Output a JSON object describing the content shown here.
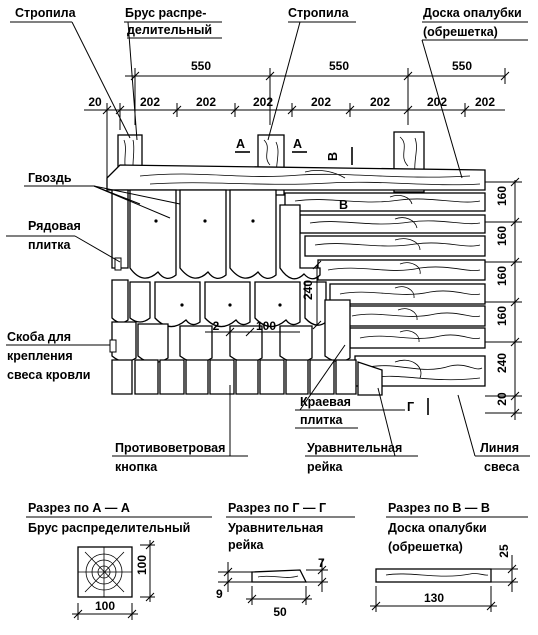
{
  "labels": {
    "rafter_left": "Стропила",
    "beam_line1": "Брус распре-",
    "beam_line2": "делительный",
    "rafter_right": "Стропила",
    "board_line1": "Доска опалубки",
    "board_line2": "(обрешетка)",
    "nail": "Гвоздь",
    "row_tile_line1": "Рядовая",
    "row_tile_line2": "плитка",
    "bracket_line1": "Скоба для",
    "bracket_line2": "крепления",
    "bracket_line3": "свеса кровли",
    "edge_tile_line1": "Краевая",
    "edge_tile_line2": "плитка",
    "windproof_line1": "Противоветровая",
    "windproof_line2": "кнопка",
    "leveling_line1": "Уравнительная",
    "leveling_line2": "рейка",
    "eave_line1": "Линия",
    "eave_line2": "свеса"
  },
  "markers": {
    "a": "A",
    "b": "В",
    "g": "Г"
  },
  "dimensions": {
    "top_spacing": [
      "550",
      "550",
      "550"
    ],
    "first_gap": "20",
    "batten_spacing": [
      "202",
      "202",
      "202",
      "202",
      "202",
      "202",
      "202"
    ],
    "right_side": [
      "160",
      "160",
      "160",
      "160",
      "240",
      "20"
    ],
    "overlap_240": "240",
    "tile_gap": "2",
    "tile_width": "100"
  },
  "sections": {
    "aa": {
      "title": "Разрез по А — А",
      "name": "Брус распределительный",
      "height": "100",
      "width": "100"
    },
    "gg": {
      "title": "Разрез по Г — Г",
      "name_line1": "Уравнительная",
      "name_line2": "рейка",
      "left": "9",
      "right": "7",
      "width": "50"
    },
    "vv": {
      "title": "Разрез по В — В",
      "name_line1": "Доска опалубки",
      "name_line2": "(обрешетка)",
      "height": "25",
      "width": "130"
    }
  }
}
